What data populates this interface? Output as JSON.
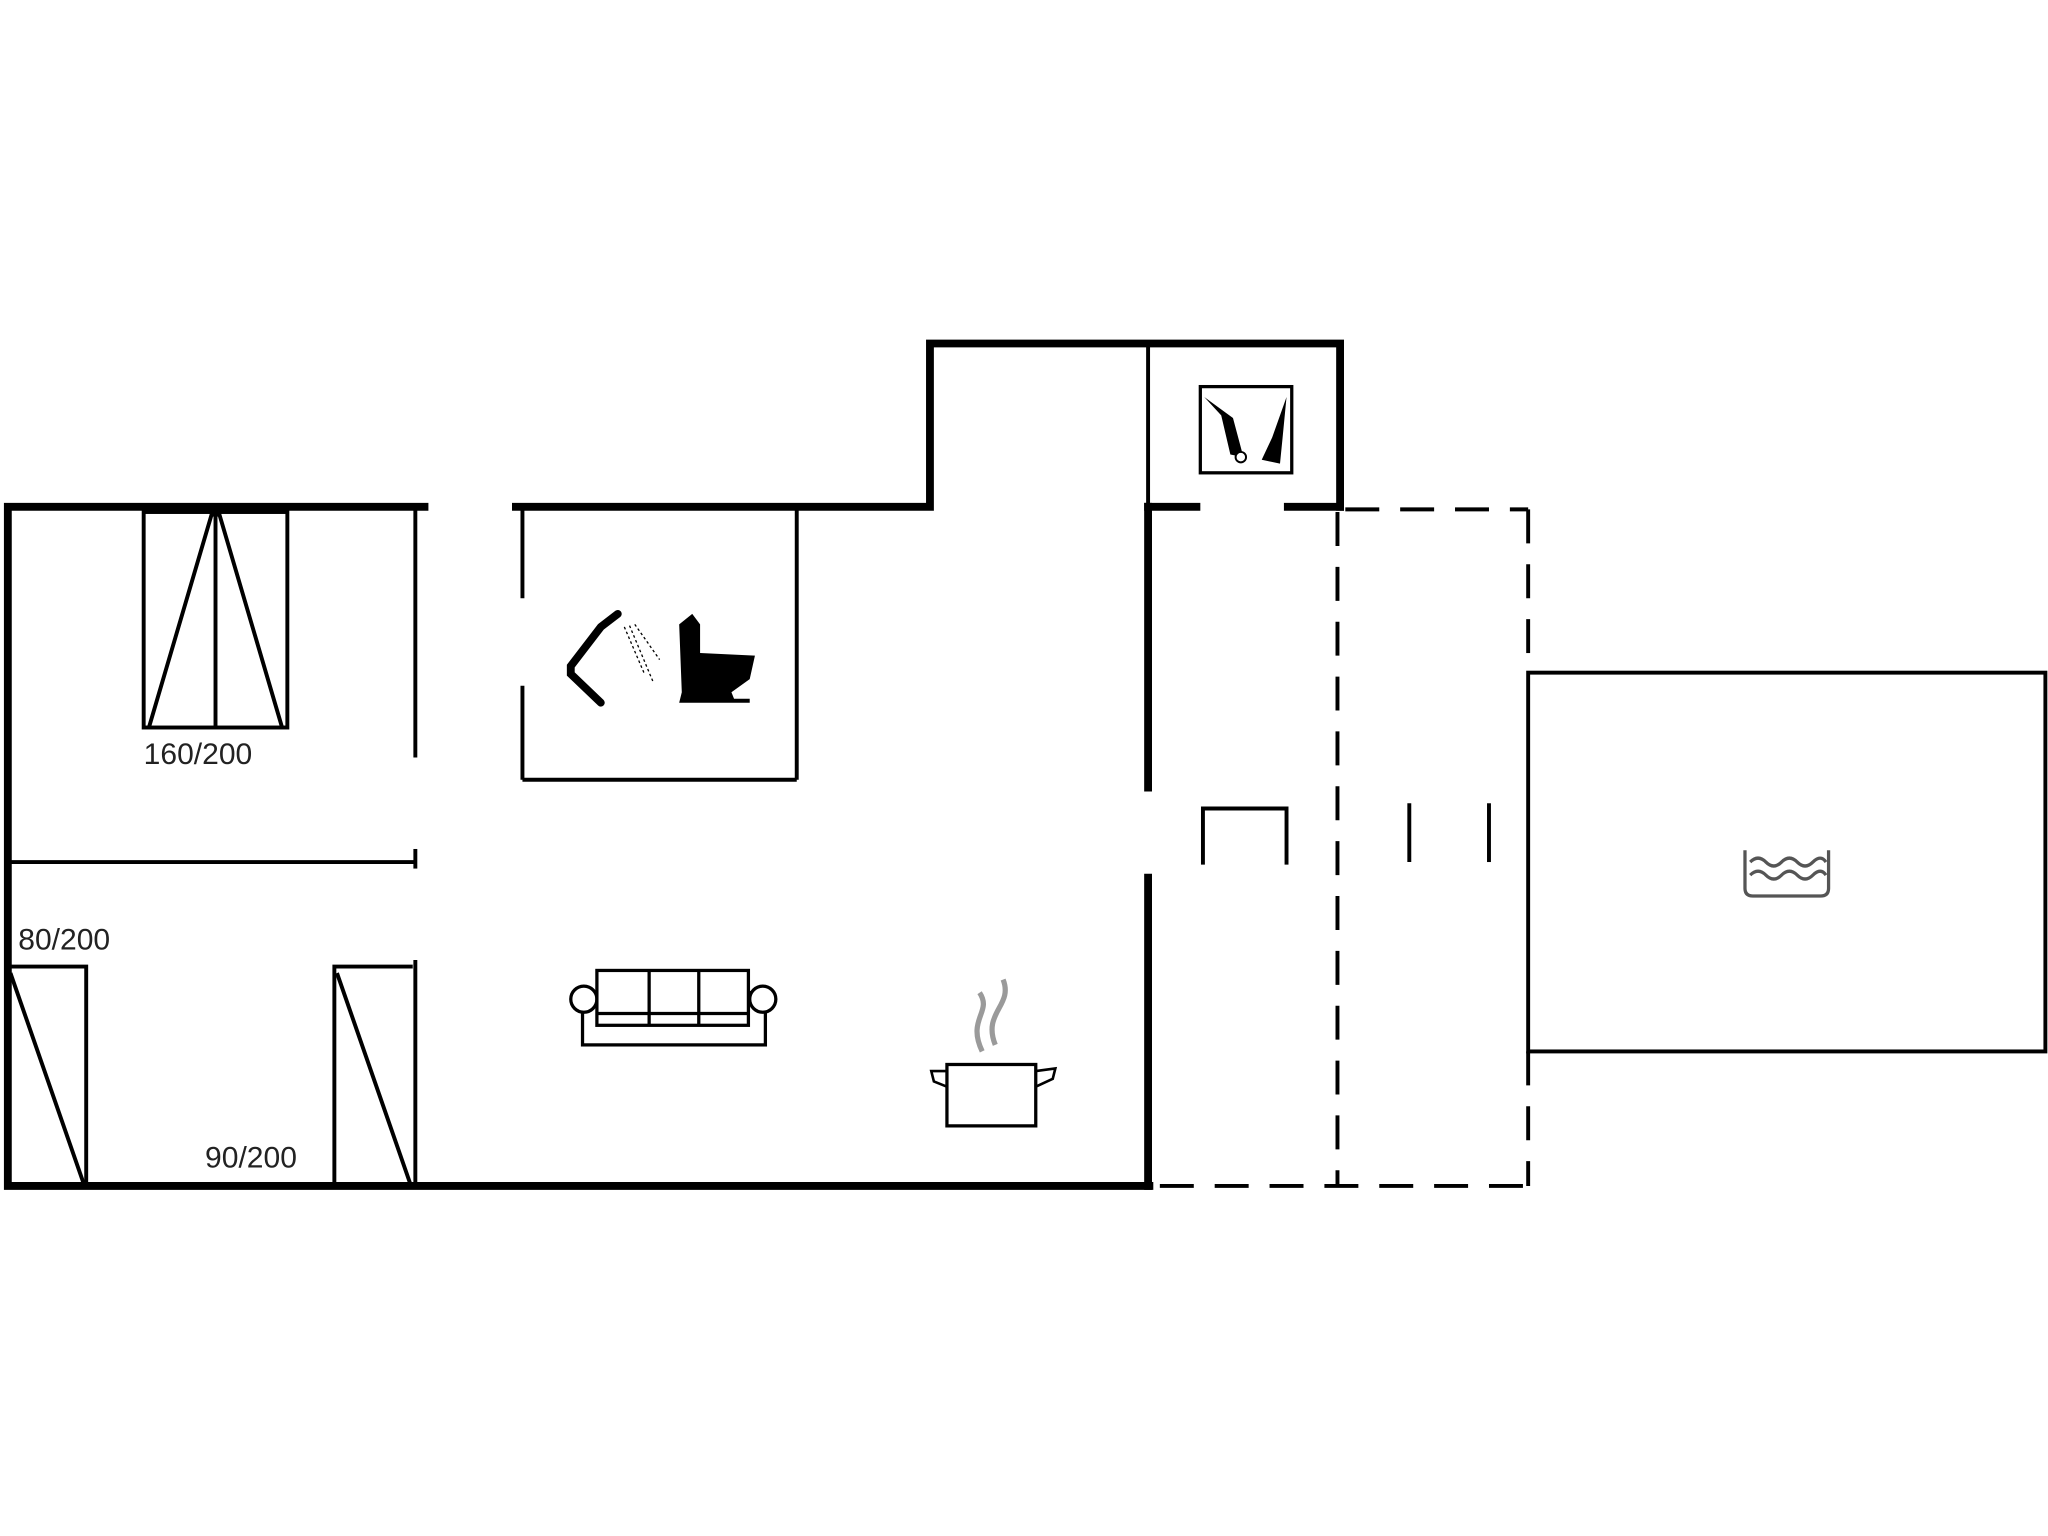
{
  "floorplan": {
    "beds": [
      {
        "label": "160/200"
      },
      {
        "label": "80/200"
      },
      {
        "label": "90/200"
      }
    ],
    "icons": [
      "shower-icon",
      "toilet-icon",
      "sofa-icon",
      "cooking-pot-icon",
      "cleaning-tools-icon",
      "pool-icon"
    ],
    "colors": {
      "wall": "#000000",
      "steam": "#9a9a9a",
      "background": "#ffffff"
    }
  }
}
